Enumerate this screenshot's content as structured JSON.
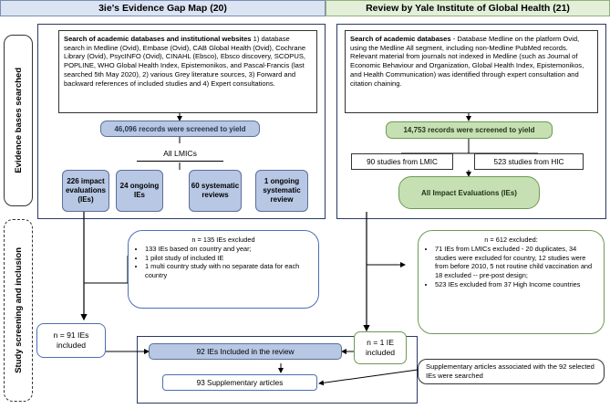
{
  "headers": {
    "left": "3ie's Evidence Gap Map (20)",
    "right": "Review by Yale Institute of Global Health (21)"
  },
  "side_labels": {
    "evidence": "Evidence bases searched",
    "screening": "Study screening and inclusion"
  },
  "left": {
    "search_title": "Search of academic databases and institutional websites",
    "search_text": " 1) database search in Medline (Ovid), Embase (Ovid), CAB Global Health (Ovid), Cochrane Library (Ovid), PsycINFO (Ovid), CINAHL (Ebsco), Ebsco discovery, SCOPUS, POPLINE, WHO Global Health Index, Epistemonikos, and Pascal-Francis (last searched 5th May 2020), 2) various Grey literature sources, 3) Forward and backward references of included studies and 4) Expert consultations.",
    "records": "46,096 records were screened to yield",
    "all_lmics": "All LMICs",
    "categories": [
      "226 impact evaluations (IEs)",
      "24 ongoing IEs",
      "60 systematic reviews",
      "1 ongoing systematic review"
    ],
    "excluded_title": "n = 135 IEs excluded",
    "excluded_items": [
      "133 IEs based on country and year;",
      "1 pilot study of included IE",
      "1 multi country study with no separate data for each country"
    ],
    "included": "n = 91 IEs included"
  },
  "right": {
    "search_title": "Search of academic databases",
    "search_text": " - Database Medline on the platform Ovid, using the Medline All segment, including non-Medline PubMed records. Relevant material from journals not indexed in Medline (such as Journal of Economic Behaviour and Organization, Global Health Index, Epistemonikos, and Health Communication) was identified through expert consultation and citation chaining.",
    "records": "14,753 records were screened to yield",
    "lmic": "90 studies from LMIC",
    "hic": "523 studies from HIC",
    "all_ies": "All Impact Evaluations (IEs)",
    "excluded_title": "n = 612 excluded:",
    "excluded_items": [
      "71 IEs from LMICs excluded - 20 duplicates, 34 studies were excluded for country, 12 studies were from before 2010, 5 not routine child vaccination and 18 excluded -- pre-post design;",
      "523 IEs excluded from 37 High Income countries"
    ],
    "included": "n = 1 IE included"
  },
  "bottom": {
    "review": "92 IEs Included in the review",
    "supplementary": "93 Supplementary articles",
    "supp_note": "Supplementary articles associated with the 92 selected IEs were searched"
  }
}
